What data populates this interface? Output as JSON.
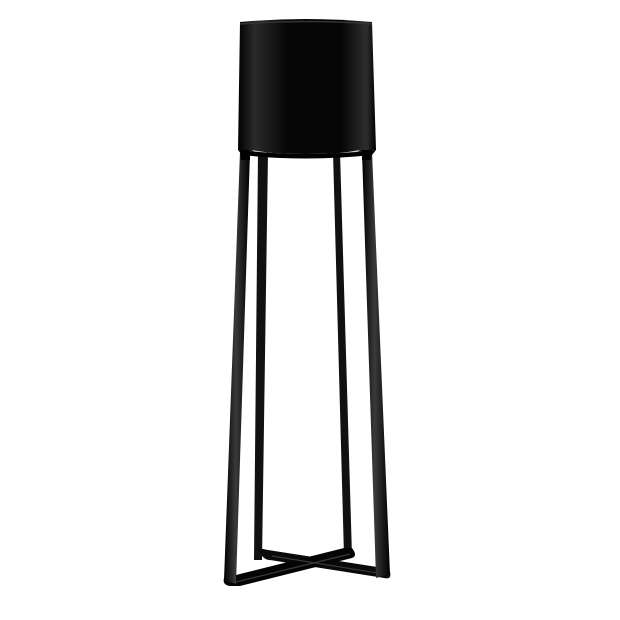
{
  "scene": {
    "subject": "floor-lamp",
    "background_color": "#ffffff",
    "lamp_color": "#050505",
    "highlight_color": "#4a4a4a",
    "shade_inner_color": "#dcdcdc",
    "icon_names": [
      "lamp-shade",
      "lamp-leg",
      "lamp-base-cross"
    ]
  }
}
